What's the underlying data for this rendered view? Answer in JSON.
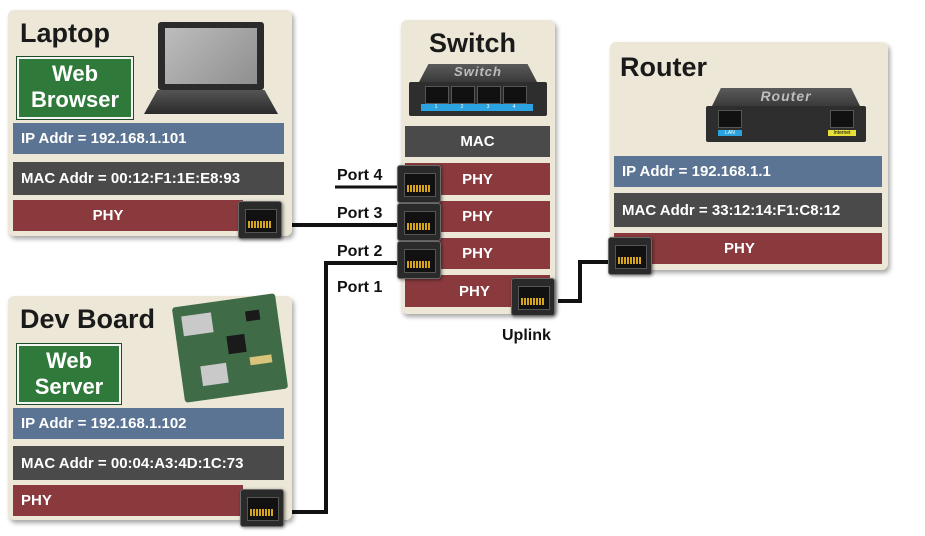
{
  "laptop": {
    "title": "Laptop",
    "app": "Web\nBrowser",
    "ip": "IP Addr = 192.168.1.101",
    "mac": "MAC Addr = 00:12:F1:1E:E8:93",
    "phy": "PHY"
  },
  "devboard": {
    "title": "Dev Board",
    "app": "Web\nServer",
    "ip": "IP Addr = 192.168.1.102",
    "mac": "MAC Addr = 00:04:A3:4D:1C:73",
    "phy": "PHY"
  },
  "switch": {
    "title": "Switch",
    "device_label": "Switch",
    "port_numbers": [
      "1",
      "2",
      "3",
      "4"
    ],
    "mac": "MAC",
    "phy": [
      "PHY",
      "PHY",
      "PHY",
      "PHY"
    ],
    "ports": [
      "Port 4",
      "Port 3",
      "Port 2",
      "Port 1"
    ],
    "uplink": "Uplink"
  },
  "router": {
    "title": "Router",
    "device_label": "Router",
    "lan_tag": "LAN",
    "internet_tag": "Internet",
    "ip": "IP Addr = 192.168.1.1",
    "mac": "MAC Addr = 33:12:14:F1:C8:12",
    "phy": "PHY"
  },
  "colors": {
    "panel": "#ece7d7",
    "ip_bar": "#5b7493",
    "mac_bar": "#4a4a4a",
    "phy_bar": "#8a3a3d",
    "app_box": "#2f7a3a",
    "port_pins": "#d7a51c",
    "port_tag_blue": "#2aa3e0",
    "internet_tag": "#e8e03a"
  }
}
